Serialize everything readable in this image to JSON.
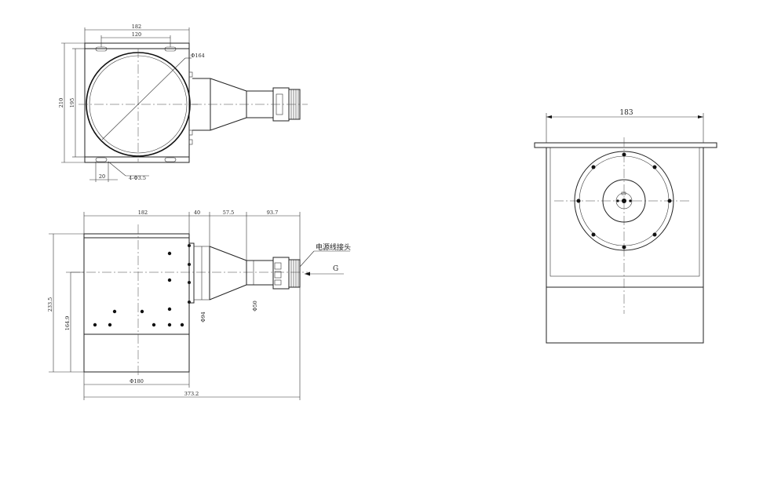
{
  "top_view": {
    "dim_width": "182",
    "dim_hole_spacing": "120",
    "dim_bore": "Φ164",
    "dim_height_outer": "210",
    "dim_height_inner": "195",
    "dim_slot_offset": "20",
    "dim_slots": "4-Φ3.5"
  },
  "side_view": {
    "dim_body": "182",
    "dim_flange": "40",
    "dim_cone": "57.5",
    "dim_connector": "93.7",
    "connector_label": "电源线接头",
    "view_arrow_label": "G",
    "dim_dia_94": "Φ94",
    "dim_dia_50": "Φ50",
    "dim_height_total": "233.5",
    "dim_height_axis": "164.9",
    "dim_base": "Φ180",
    "dim_total_length": "373.2"
  },
  "end_view": {
    "dim_width": "183"
  }
}
